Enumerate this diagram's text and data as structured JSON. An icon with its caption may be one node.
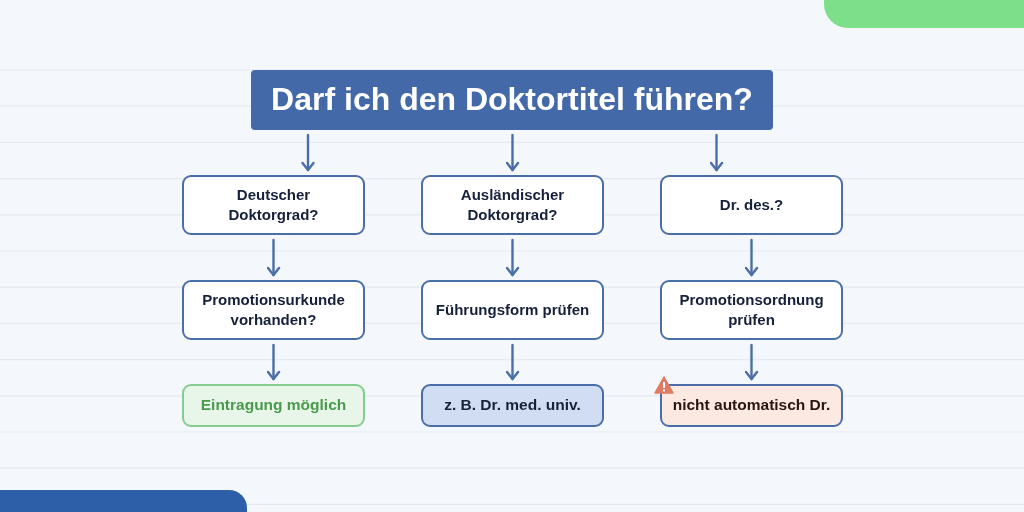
{
  "diagram": {
    "nodes": [
      {
        "text": [
          "Darf ich den Doktortitel führen?"
        ]
      },
      {
        "text": [
          "Deutscher Doktorgrad?"
        ]
      },
      {
        "text": [
          "Ausländischer Doktorgrad?"
        ]
      },
      {
        "text": [
          "Dr. des.?"
        ]
      },
      {
        "text": [
          "Promotionsurkunde vorhanden?"
        ]
      },
      {
        "text": [
          "Führungsform prüfen"
        ]
      },
      {
        "text": [
          "Promotionsordnung prüfen"
        ]
      },
      {
        "text": [
          "Eintragung möglich"
        ]
      },
      {
        "text": [
          "z. B. Dr. med. univ."
        ]
      },
      {
        "text": [
          "nicht automatisch Dr."
        ]
      }
    ],
    "edges": [
      {
        "from": 0,
        "to": 1,
        "arrow": "to"
      },
      {
        "from": 0,
        "to": 2,
        "arrow": "to"
      },
      {
        "from": 0,
        "to": 3,
        "arrow": "to"
      },
      {
        "from": 1,
        "to": 4,
        "arrow": "to"
      },
      {
        "from": 2,
        "to": 5,
        "arrow": "to"
      },
      {
        "from": 3,
        "to": 6,
        "arrow": "to"
      },
      {
        "from": 4,
        "to": 7,
        "arrow": "to"
      },
      {
        "from": 5,
        "to": 8,
        "arrow": "to"
      },
      {
        "from": 6,
        "to": 9,
        "arrow": "to"
      }
    ]
  }
}
